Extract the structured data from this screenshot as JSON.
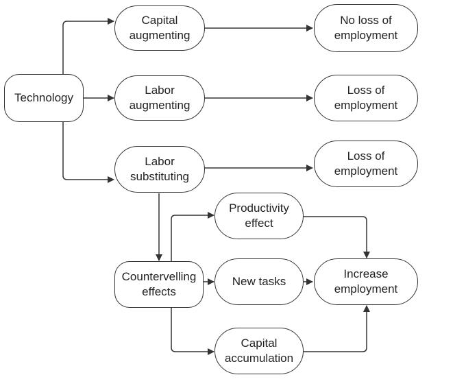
{
  "nodes": {
    "technology": "Technology",
    "capital_augmenting": "Capital\naugmenting",
    "labor_augmenting": "Labor\naugmenting",
    "labor_substituting": "Labor\nsubstituting",
    "no_loss_employment": "No loss of\nemployment",
    "loss_employment_1": "Loss of\nemployment",
    "loss_employment_2": "Loss of\nemployment",
    "countervailing_effects": "Countervelling\neffects",
    "productivity_effect": "Productivity\neffect",
    "new_tasks": "New tasks",
    "capital_accumulation": "Capital\naccumulation",
    "increase_employment": "Increase\nemployment"
  },
  "colors": {
    "stroke": "#333333",
    "text": "#222222",
    "background": "#ffffff"
  }
}
